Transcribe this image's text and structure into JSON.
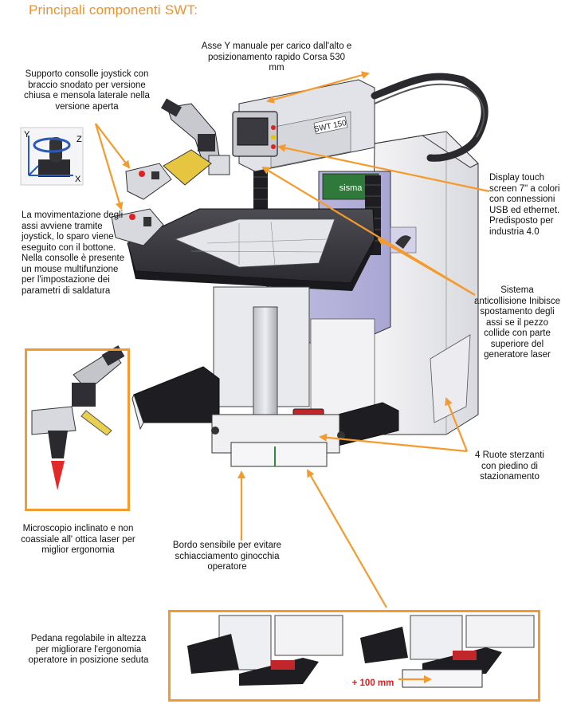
{
  "title": "Principali componenti SWT:",
  "labels": {
    "asse_y": "Asse Y manuale per carico dall'alto e posizionamento rapido Corsa 530 mm",
    "supporto": "Supporto consolle joystick con braccio snodato per versione chiusa e mensola laterale nella versione aperta",
    "movimentazione": "La movimentazione degli assi avviene tramite joystick, lo sparo viene eseguito con il bottone. Nella consolle è presente un mouse multifunzione per l'impostazione dei parametri di saldatura",
    "display": "Display touch screen 7\" a colori con connessioni USB ed ethernet. Predisposto per industria 4.0",
    "anticollisione": "Sistema anticollisione Inibisce spostamento degli assi se il pezzo collide con parte superiore del generatore laser",
    "ruote": "4 Ruote sterzanti con piedino di stazionamento",
    "microscopio": "Microscopio inclinato e non coassiale all' ottica laser per miglior ergonomia",
    "bordo": "Bordo sensibile per evitare schiacciamento ginocchia operatore",
    "pedana": "Pedana regolabile in altezza per migliorare l'ergonomia operatore in posizione seduta",
    "plus_100": "+ 100 mm"
  },
  "axes": {
    "y": "Y",
    "z": "Z",
    "x": "X"
  },
  "machine_text": {
    "model": "SWT 150",
    "brand": "sisma"
  },
  "colors": {
    "accent": "#f59a2c",
    "title": "#f0902a",
    "red_dim": "#e01b1b"
  }
}
